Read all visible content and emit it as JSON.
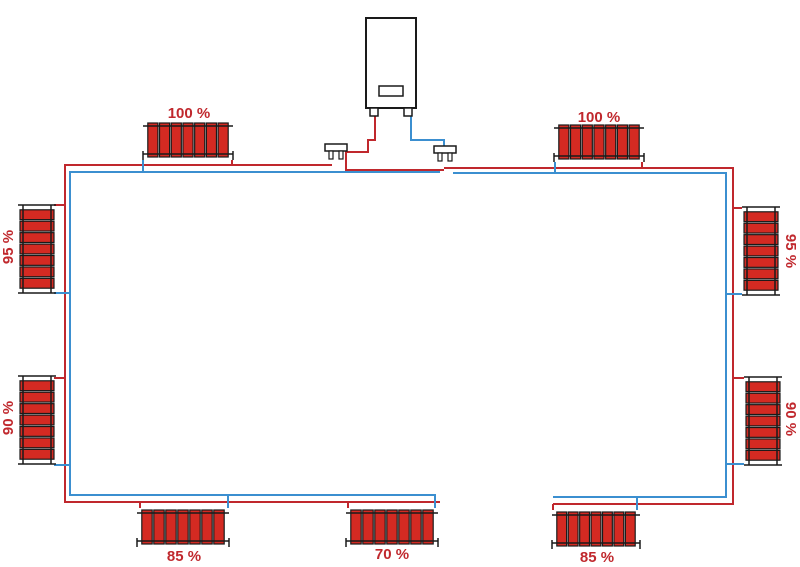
{
  "colors": {
    "supply": "#c0282d",
    "return": "#3b8fd0",
    "radiator": "#d42a22",
    "outline": "#1a1a1a",
    "label": "#c0282d"
  },
  "radiators": [
    {
      "id": "top-left",
      "label": "100 %"
    },
    {
      "id": "top-right",
      "label": "100 %"
    },
    {
      "id": "left-upper",
      "label": "95 %"
    },
    {
      "id": "left-lower",
      "label": "90 %"
    },
    {
      "id": "right-upper",
      "label": "95 %"
    },
    {
      "id": "right-lower",
      "label": "90 %"
    },
    {
      "id": "bottom-left",
      "label": "85 %"
    },
    {
      "id": "bottom-mid",
      "label": "70 %"
    },
    {
      "id": "bottom-right",
      "label": "85 %"
    }
  ],
  "boiler": {
    "icon": "boiler-icon"
  },
  "manifolds": {
    "icon": "manifold-icon"
  }
}
